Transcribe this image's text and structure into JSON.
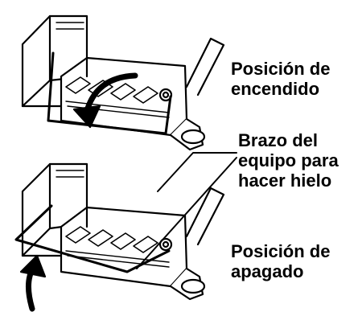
{
  "labels": {
    "on_position": [
      "Posición de",
      "encendido"
    ],
    "ice_maker_arm": [
      "Brazo del",
      "equipo para",
      "hacer hielo"
    ],
    "off_position": [
      "Posición de",
      "apagado"
    ]
  },
  "icons": {
    "top_arrow": "curved-arrow-down-icon",
    "bottom_arrow": "curved-arrow-up-icon"
  },
  "colors": {
    "line": "#000000",
    "background": "#ffffff"
  }
}
